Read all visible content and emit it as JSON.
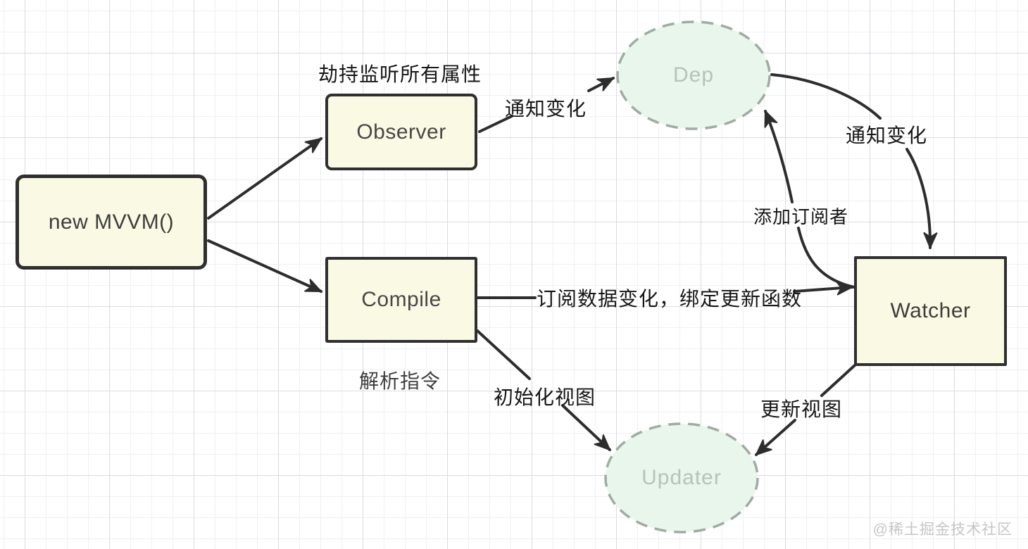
{
  "diagram": {
    "title_context": "MVVM reactivity flow diagram",
    "nodes": {
      "mvvm": {
        "label": "new MVVM()",
        "shape": "rounded-rect"
      },
      "observer": {
        "label": "Observer",
        "shape": "rounded-rect"
      },
      "compile": {
        "label": "Compile",
        "shape": "rect"
      },
      "watcher": {
        "label": "Watcher",
        "shape": "rect"
      },
      "dep": {
        "label": "Dep",
        "shape": "dashed-ellipse"
      },
      "updater": {
        "label": "Updater",
        "shape": "dashed-ellipse"
      }
    },
    "captions": {
      "observer_top": "劫持监听所有属性",
      "compile_bottom": "解析指令"
    },
    "edges": [
      {
        "from": "mvvm",
        "to": "observer",
        "label": ""
      },
      {
        "from": "mvvm",
        "to": "compile",
        "label": ""
      },
      {
        "from": "observer",
        "to": "dep",
        "label": "通知变化"
      },
      {
        "from": "dep",
        "to": "watcher",
        "label": "通知变化"
      },
      {
        "from": "watcher",
        "to": "dep",
        "label": "添加订阅者"
      },
      {
        "from": "compile",
        "to": "watcher",
        "label": "订阅数据变化，绑定更新函数"
      },
      {
        "from": "compile",
        "to": "updater",
        "label": "初始化视图"
      },
      {
        "from": "watcher",
        "to": "updater",
        "label": "更新视图"
      }
    ],
    "watermark": "@稀土掘金技术社区",
    "colors": {
      "node_fill": "#faf9e4",
      "node_border": "#2f2f2f",
      "ellipse_fill": "#e9f6ec",
      "ellipse_border": "#a0aca3",
      "ellipse_text": "#b6c3b9",
      "arrow": "#2d2d2d",
      "label_text": "#161616",
      "watermark_text": "#c6c6c6",
      "grid_major": "#d9dbe1",
      "grid_minor": "#eef0f3"
    }
  }
}
